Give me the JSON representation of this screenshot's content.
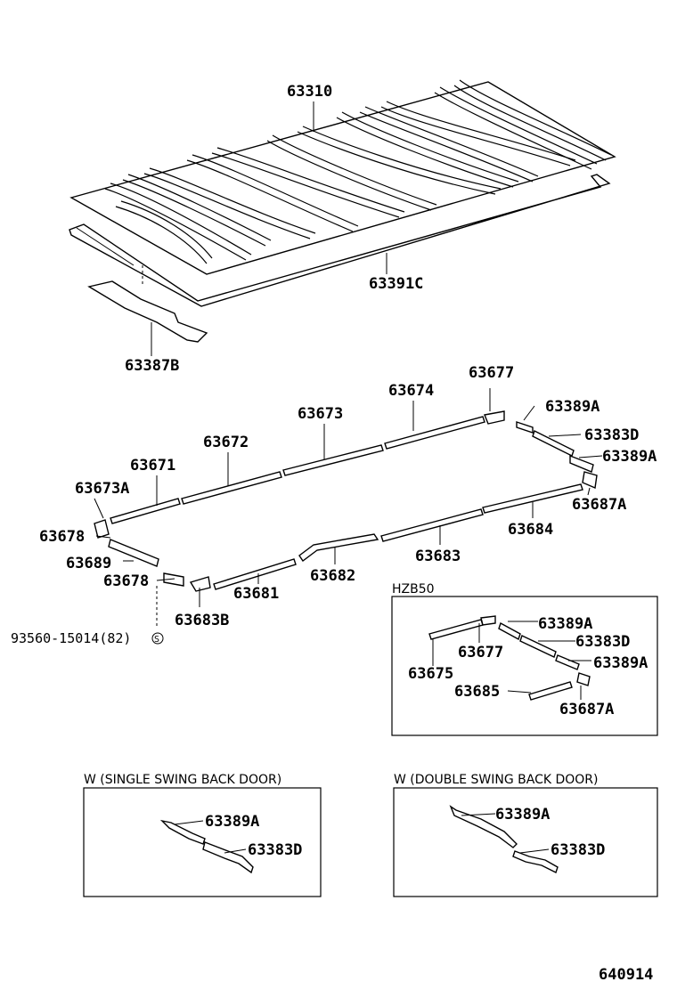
{
  "labels": {
    "p63310": "63310",
    "p63391C": "63391C",
    "p63387B": "63387B",
    "p63677": "63677",
    "p63674": "63674",
    "p63673": "63673",
    "p63672": "63672",
    "p63671": "63671",
    "p63673A": "63673A",
    "p63678a": "63678",
    "p63689": "63689",
    "p63678b": "63678",
    "p93560": "93560-15014(82)",
    "p63683B": "63683B",
    "p63681": "63681",
    "p63682": "63682",
    "p63683": "63683",
    "p63684": "63684",
    "p63687A": "63687A",
    "p63389A_1": "63389A",
    "p63383D_1": "63383D",
    "p63389A_2": "63389A"
  },
  "hzb50": {
    "title": "HZB50",
    "p63389A_a": "63389A",
    "p63677": "63677",
    "p63383D": "63383D",
    "p63389A_b": "63389A",
    "p63675": "63675",
    "p63685": "63685",
    "p63687A": "63687A"
  },
  "single": {
    "title": "W (SINGLE SWING BACK DOOR)",
    "p63389A": "63389A",
    "p63383D": "63383D"
  },
  "double": {
    "title": "W (DOUBLE SWING BACK DOOR)",
    "p63389A": "63389A",
    "p63383D": "63383D"
  },
  "footer": {
    "code": "640914"
  },
  "icons": {
    "s_mark": "S"
  }
}
